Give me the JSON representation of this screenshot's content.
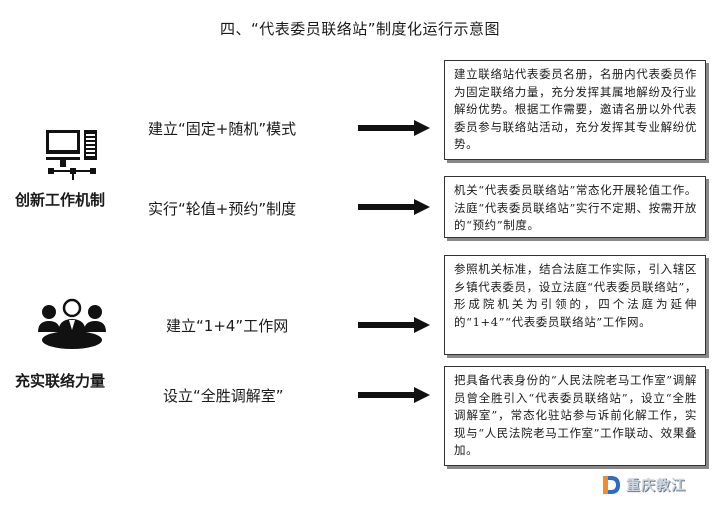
{
  "title": "四、“代表委员联络站”制度化运行示意图",
  "sections": [
    {
      "category": "创新工作机制",
      "icon": "computer-icon",
      "items": [
        {
          "label": "建立“固定+随机”模式",
          "description": "建立联络站代表委员名册，名册内代表委员作为固定联络力量，充分发挥其属地解纷及行业解纷优势。根据工作需要，邀请名册以外代表委员参与联络站活动，充分发挥其专业解纷优势。"
        },
        {
          "label": "实行“轮值+预约”制度",
          "description": "机关“代表委员联络站”常态化开展轮值工作。法庭“代表委员联络站”实行不定期、按需开放的“预约”制度。"
        }
      ]
    },
    {
      "category": "充实联络力量",
      "icon": "people-group-icon",
      "items": [
        {
          "label": "建立“1+4”工作网",
          "description": "参照机关标准，结合法庭工作实际，引入辖区乡镇代表委员，设立法庭“代表委员联络站”，形成院机关为引领的，四个法庭为延伸的“1+4”“代表委员联络站”工作网。"
        },
        {
          "label": "设立“全胜调解室”",
          "description": "把具备代表身份的“人民法院老马工作室”调解员曾全胜引入“代表委员联络站”，设立“全胜调解室”，常态化驻站参与诉前化解工作，实现与“人民法院老马工作室”工作联动、效果叠加。"
        }
      ]
    }
  ],
  "watermark": {
    "text": "重庆教江",
    "colors": {
      "orange": "#f28c28",
      "blue": "#2b6cc4"
    }
  }
}
